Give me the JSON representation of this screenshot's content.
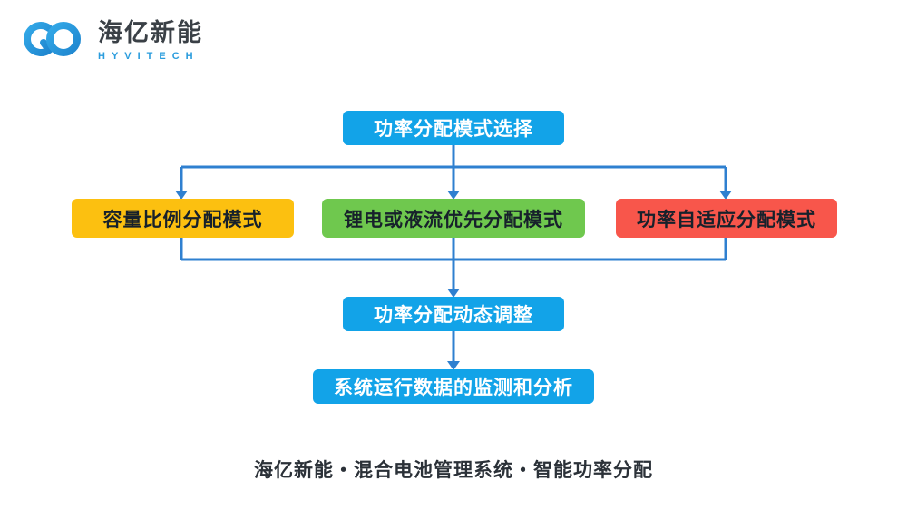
{
  "logo": {
    "company_name": "海亿新能",
    "company_name_en": "HYVITECH"
  },
  "flowchart": {
    "top": {
      "label": "功率分配模式选择",
      "color": "#12a3e8"
    },
    "modes": [
      {
        "label": "容量比例分配模式",
        "color": "#fcc010"
      },
      {
        "label": "锂电或液流优先分配模式",
        "color": "#6fc84e"
      },
      {
        "label": "功率自适应分配模式",
        "color": "#f8564b"
      }
    ],
    "adjust": {
      "label": "功率分配动态调整",
      "color": "#12a3e8"
    },
    "monitor": {
      "label": "系统运行数据的监测和分析",
      "color": "#12a3e8"
    }
  },
  "footer": {
    "caption": "海亿新能・混合电池管理系统・智能功率分配"
  },
  "colors": {
    "arrow": "#2f80d0",
    "logo_blue": "#2a9cdd",
    "text_dark": "#2b3138"
  }
}
